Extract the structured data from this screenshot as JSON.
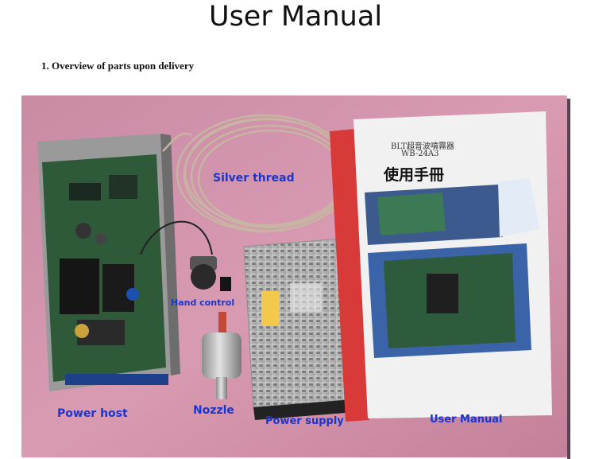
{
  "document": {
    "title": "User Manual",
    "section_heading": "1. Overview of parts upon delivery"
  },
  "photo": {
    "labels": {
      "silver_thread": "Silver thread",
      "hand_control": "Hand control",
      "power_host": "Power host",
      "nozzle": "Nozzle",
      "power_supply": "Power supply",
      "user_manual": "User Manual"
    },
    "booklet": {
      "brand_line": "BLT超音波噴霧器",
      "model": "WB-24A3",
      "title": "使用手冊"
    },
    "colors": {
      "background_cloth": "#d796ad",
      "label_blue": "#1a36d0",
      "pcb_green": "#2f5a3a",
      "power_supply_metal": "#b8b8b8"
    }
  }
}
